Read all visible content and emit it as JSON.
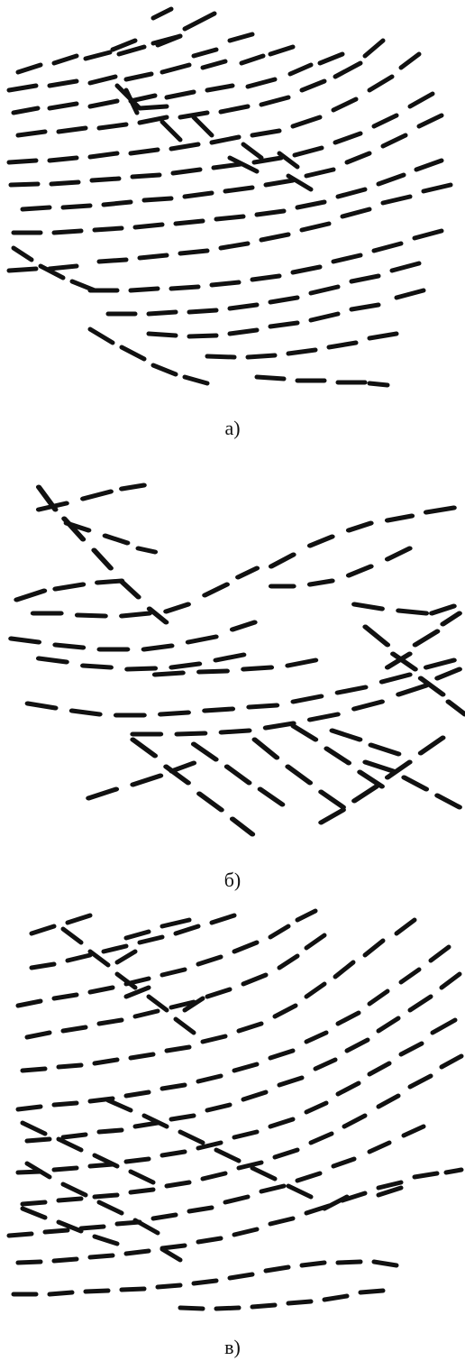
{
  "figure": {
    "panels": [
      {
        "id": "a",
        "caption": "а)"
      },
      {
        "id": "b",
        "caption": "б)"
      },
      {
        "id": "c",
        "caption": "в)"
      }
    ]
  }
}
